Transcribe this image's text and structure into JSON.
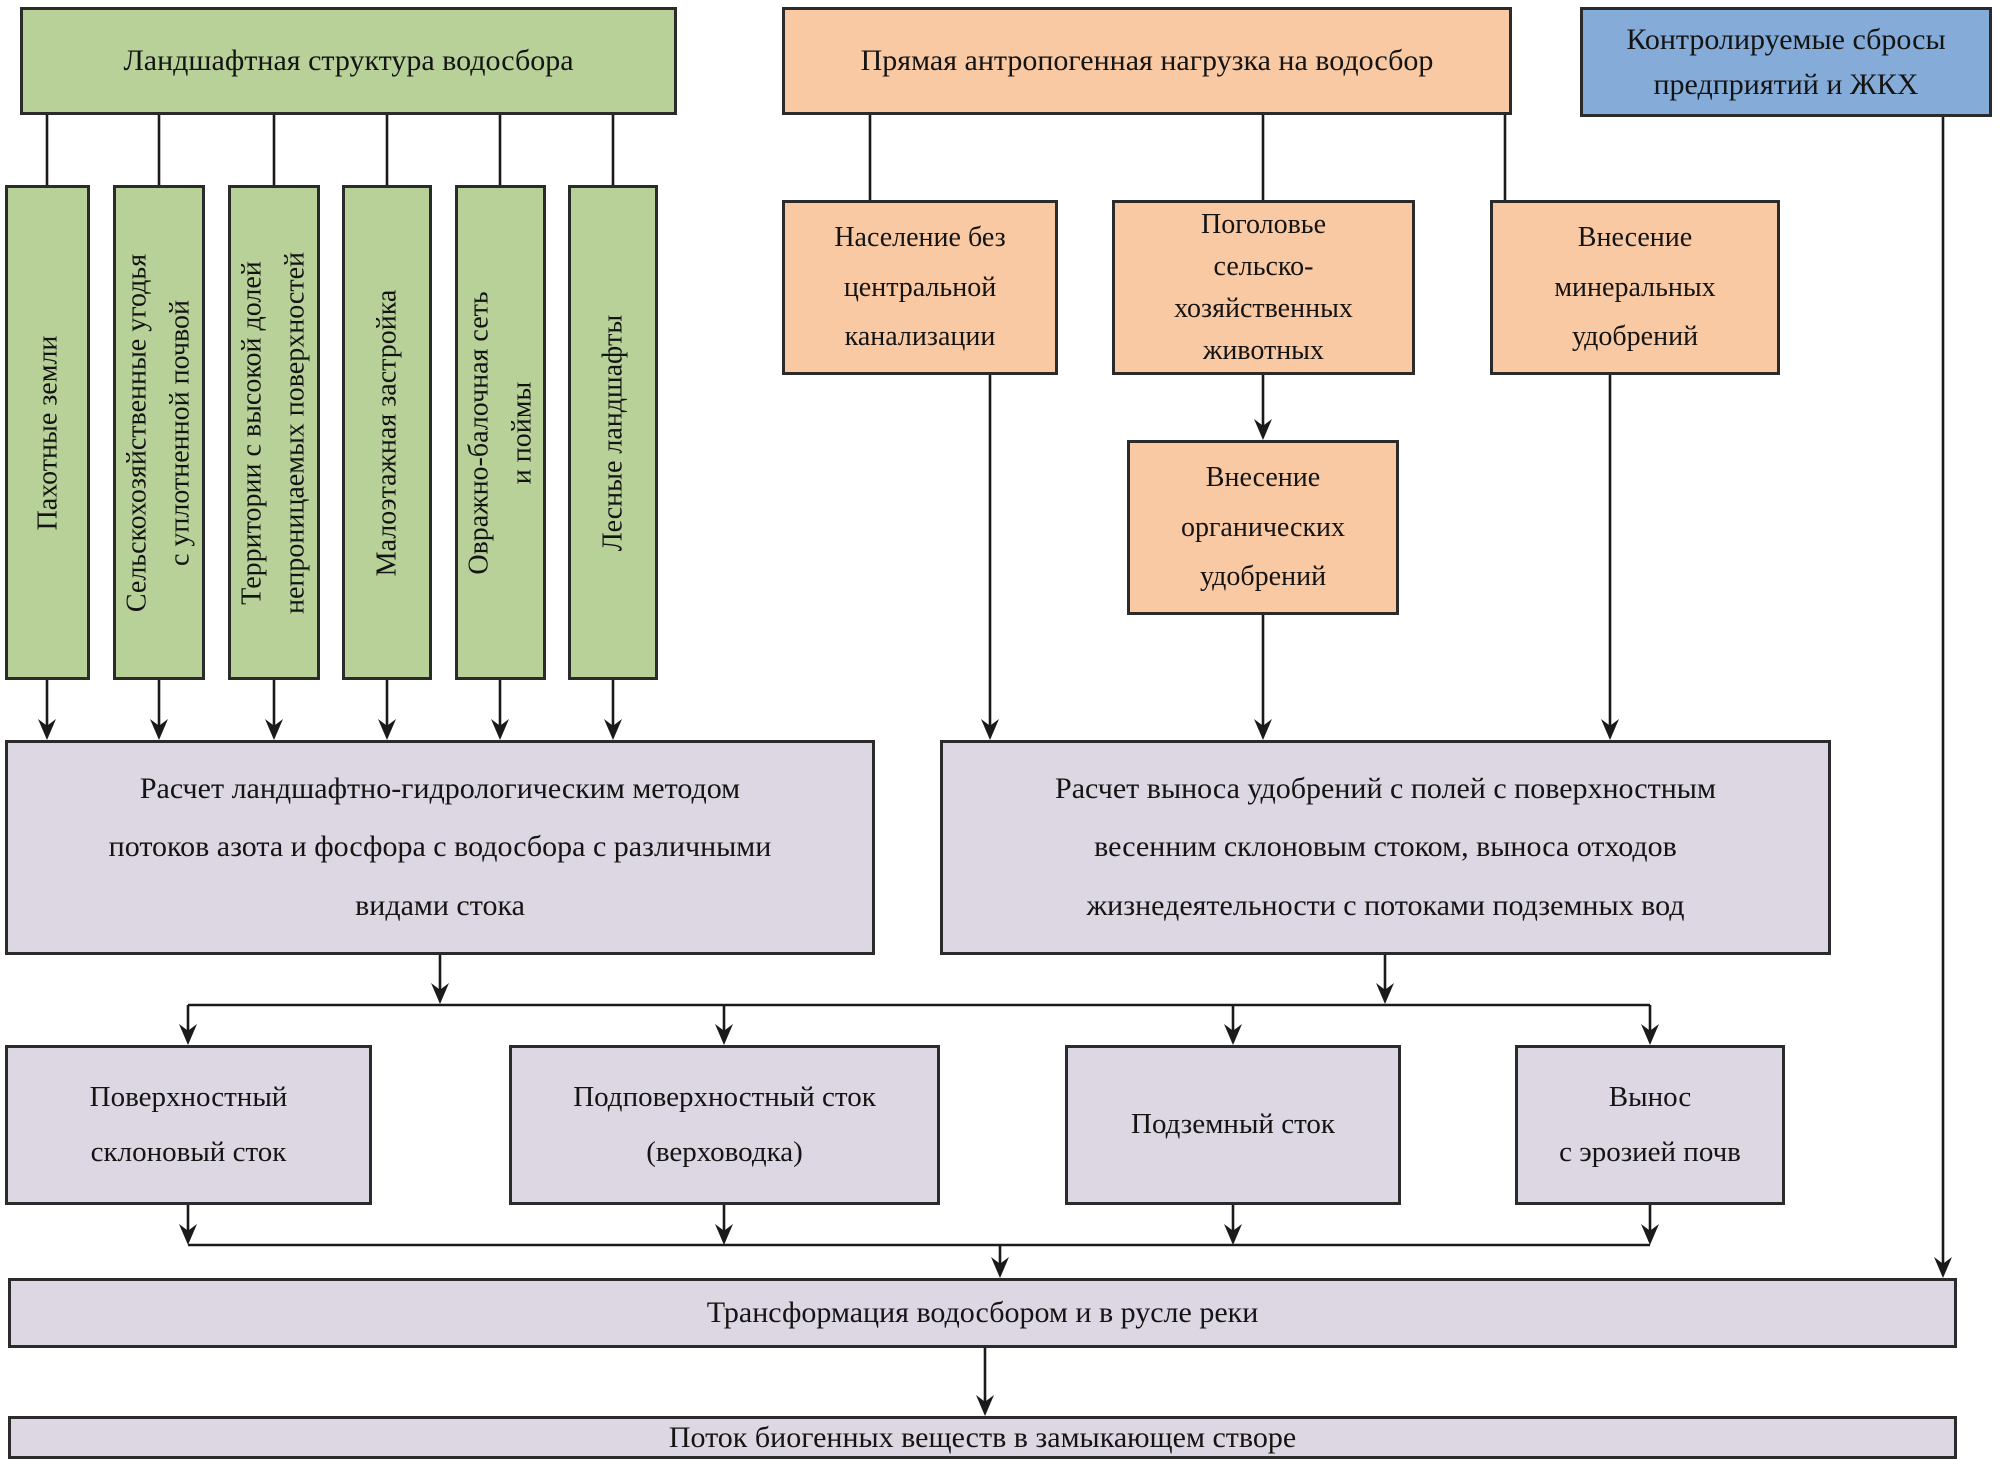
{
  "headers": {
    "landscape": "Ландшафтная структура водосбора",
    "anthropogenic": "Прямая антропогенная нагрузка на водосбор",
    "controlled": "Контролируемые сбросы\nпредприятий и ЖКХ"
  },
  "landscape_types": [
    {
      "label": "Пахотные земли"
    },
    {
      "label": "Сельскохозяйственные угодья\nс уплотненной почвой"
    },
    {
      "label": "Территории с высокой долей\nнепроницаемых поверхностей"
    },
    {
      "label": "Малоэтажная застройка"
    },
    {
      "label": "Овражно-балочная сеть\nи поймы"
    },
    {
      "label": "Лесные ландшафты"
    }
  ],
  "load_sources": [
    {
      "label": "Население без\nцентральной\nканализации"
    },
    {
      "label": "Поголовье\nсельско-\nхозяйственных\nживотных"
    },
    {
      "label": "Внесение\nминеральных\nудобрений"
    }
  ],
  "organic_fertilizers": {
    "label": "Внесение\nорганических\nудобрений"
  },
  "calculations": {
    "landscape_method": "Расчет ландшафтно-гидрологическим методом\nпотоков азота и фосфора с водосбора с различными\nвидами стока",
    "fertilizer_removal": "Расчет выноса удобрений с полей с поверхностным\nвесенним склоновым стоком, выноса отходов\nжизнедеятельности с потоками подземных вод"
  },
  "flows": [
    {
      "label": "Поверхностный\nсклоновый сток"
    },
    {
      "label": "Подповерхностный сток\n(верховодка)"
    },
    {
      "label": "Подземный сток"
    },
    {
      "label": "Вынос\nс эрозией почв"
    }
  ],
  "transformation": {
    "label": "Трансформация водосбором и в русле реки"
  },
  "outlet": {
    "label": "Поток биогенных веществ в замыкающем створе"
  },
  "colors": {
    "green": "#b7d199",
    "orange": "#f9c9a3",
    "blue": "#85abd8",
    "lavender": "#dcd7e2",
    "border": "#2b2b2b",
    "line": "#1a1a1a"
  }
}
